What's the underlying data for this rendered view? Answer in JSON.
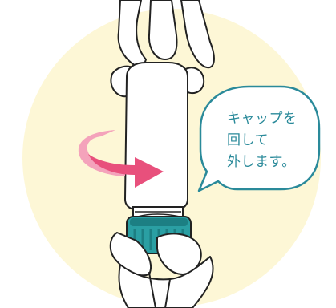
{
  "instruction": {
    "lines": [
      "キャップを",
      "回して",
      "外します。"
    ]
  },
  "colors": {
    "background_circle": "#fdf7d6",
    "bottle_body": "#ffffff",
    "outline": "#222222",
    "cap": "#2a9fa3",
    "cap_dark": "#1c7f83",
    "arrow": "#e8507c",
    "arrow_light": "#f4a3bb",
    "bubble_border": "#2a8a9a",
    "text": "#2a8a9a"
  },
  "icons": {
    "rotation": "rotate-arrow-icon"
  }
}
